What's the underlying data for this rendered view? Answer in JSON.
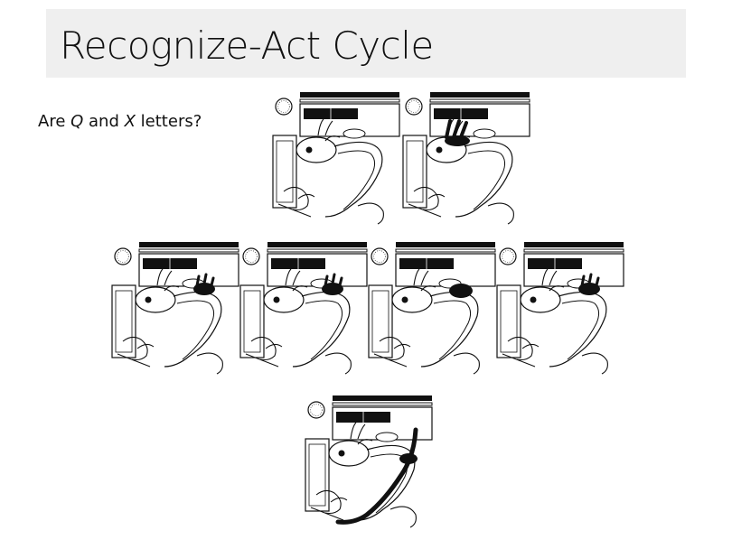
{
  "slide": {
    "title": "Recognize-Act Cycle",
    "question": {
      "prefix": "Are ",
      "var1": "Q",
      "mid": " and ",
      "var2": "X",
      "suffix": " letters?"
    }
  },
  "panels": [
    {
      "id": "p1",
      "highlight": "none"
    },
    {
      "id": "p2",
      "highlight": "memory-probe"
    },
    {
      "id": "p3",
      "highlight": "right-hand"
    },
    {
      "id": "p4",
      "highlight": "right-hand"
    },
    {
      "id": "p5",
      "highlight": "right-hand"
    },
    {
      "id": "p6",
      "highlight": "right-hand"
    },
    {
      "id": "p7",
      "highlight": "motor-path"
    }
  ],
  "colors": {
    "title_bar_bg": "#efefef",
    "ink": "#111111"
  }
}
